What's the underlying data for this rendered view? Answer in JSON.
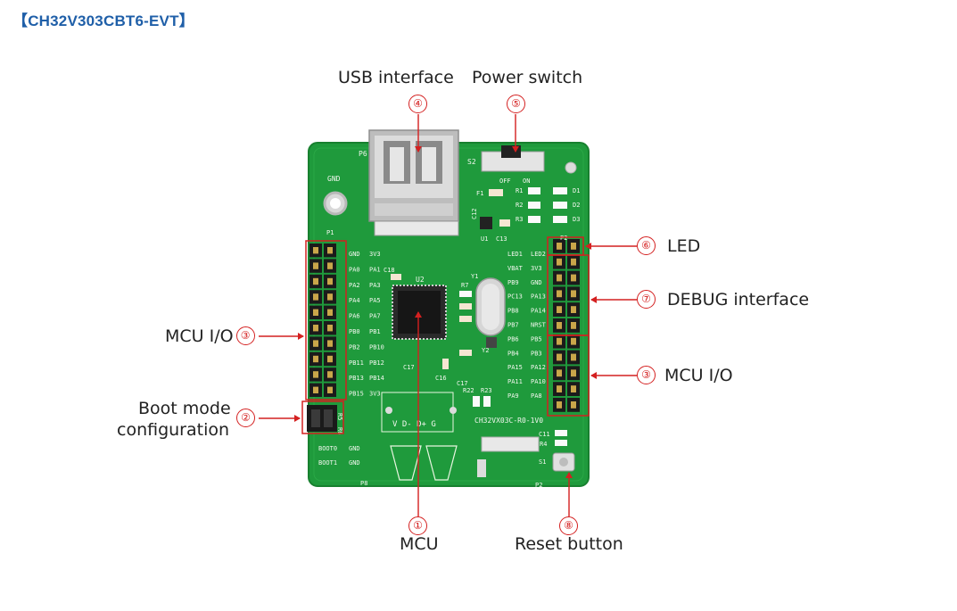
{
  "header": {
    "title": "【CH32V303CBT6-EVT】"
  },
  "callouts": [
    {
      "id": "usb",
      "number": "④",
      "label": "USB interface"
    },
    {
      "id": "power",
      "number": "⑤",
      "label": "Power switch"
    },
    {
      "id": "led",
      "number": "⑥",
      "label": "LED"
    },
    {
      "id": "debug",
      "number": "⑦",
      "label": "DEBUG interface"
    },
    {
      "id": "mcuio_right",
      "number": "③",
      "label": "MCU I/O"
    },
    {
      "id": "mcuio_left",
      "number": "③",
      "label": "MCU I/O"
    },
    {
      "id": "boot",
      "number": "②",
      "label_line1": "Boot mode",
      "label_line2": "configuration"
    },
    {
      "id": "mcu",
      "number": "①",
      "label": "MCU"
    },
    {
      "id": "reset",
      "number": "⑧",
      "label": "Reset button"
    }
  ],
  "board": {
    "silkscreen": {
      "gnd": "GND",
      "p1": "P1",
      "p2": "P2",
      "p6": "P6",
      "p8": "P8",
      "s1": "S1",
      "s2": "S2",
      "u1": "U1",
      "u2": "U2",
      "y1": "Y1",
      "y2": "Y2",
      "f1": "F1",
      "c12": "C12",
      "c13": "C13",
      "c16": "C16",
      "c17": "C17",
      "c18": "C18",
      "c11": "C11",
      "r1": "R1",
      "r2": "R2",
      "r3": "R3",
      "r4": "R4",
      "r5": "R5",
      "r6": "R6",
      "r7": "R7",
      "r22": "R22",
      "r23": "R23",
      "d1": "D1",
      "d2": "D2",
      "d3": "D3",
      "off": "OFF",
      "on": "ON",
      "board_name": "CH32VX03C-R0-1V0",
      "usb_pins": "V D- D+ G",
      "boot0": "BOOT0",
      "boot1": "BOOT1",
      "boot_gnd": "GND",
      "left_pins_a": [
        "GND",
        "PA0",
        "PA2",
        "PA4",
        "PA6",
        "PB0",
        "PB2",
        "PB11",
        "PB13",
        "PB15"
      ],
      "left_pins_b": [
        "3V3",
        "PA1",
        "PA3",
        "PA5",
        "PA7",
        "PB1",
        "PB10",
        "PB12",
        "PB14",
        "3V3"
      ],
      "right_pins_a": [
        "LED1",
        "VBAT",
        "PB9",
        "PC13",
        "PB8",
        "PB7",
        "PB6",
        "PB4",
        "PA15",
        "PA11",
        "PA9"
      ],
      "right_pins_b": [
        "LED2",
        "3V3",
        "GND",
        "PA13",
        "PA14",
        "NRST",
        "PB5",
        "PB3",
        "PA12",
        "PA10",
        "PA8"
      ]
    }
  },
  "colors": {
    "accent": "#d42020",
    "title": "#1f5fa8",
    "pcb": "#1f9a3c"
  }
}
